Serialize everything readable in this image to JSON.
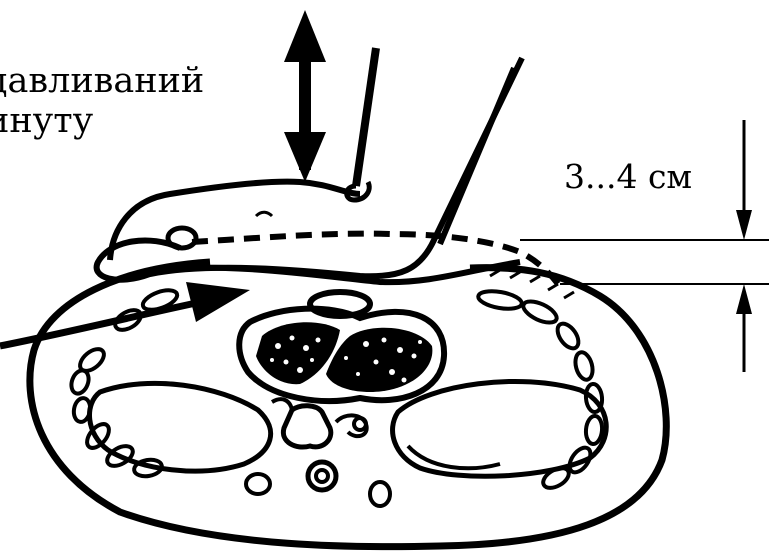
{
  "labels": {
    "compression_line1": "давливаний",
    "compression_line2": "инуту",
    "compression_depth": "3...4 см"
  },
  "colors": {
    "ink": "#000000",
    "background": "#ffffff"
  }
}
